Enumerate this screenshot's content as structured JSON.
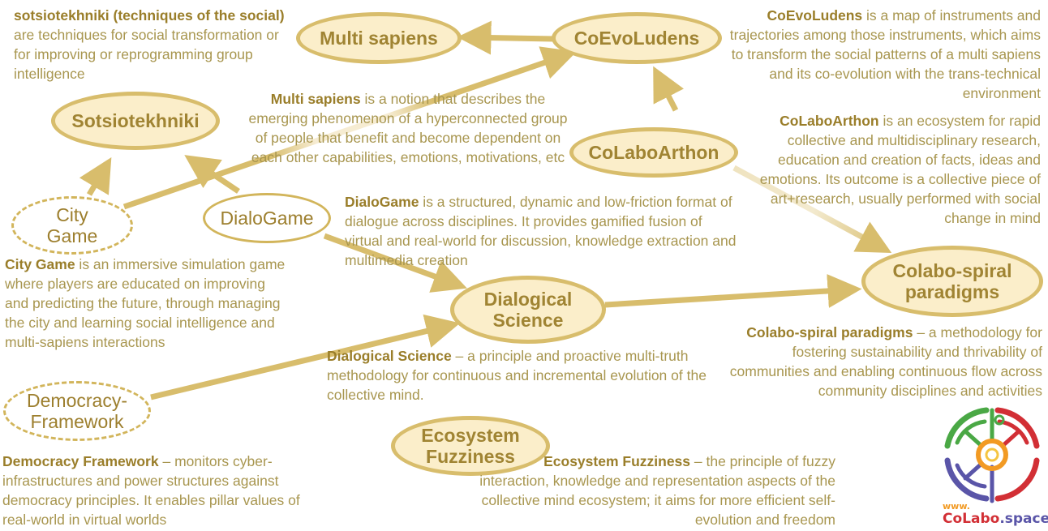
{
  "nodes": {
    "multi_sapiens": "Multi sapiens",
    "coevoludens": "CoEvoLudens",
    "sotsiotekhniki": "Sotsiotekhniki",
    "colaboarthon": "CoLaboArthon",
    "city_game_line1": "City",
    "city_game_line2": "Game",
    "dialogame": "DialoGame",
    "dialogical_science_line1": "Dialogical",
    "dialogical_science_line2": "Science",
    "colabo_spiral_line1": "Colabo-spiral",
    "colabo_spiral_line2": "paradigms",
    "democracy_line1": "Democracy-",
    "democracy_line2": "Framework",
    "ecosystem_line1": "Ecosystem",
    "ecosystem_line2": "Fuzziness"
  },
  "descriptions": {
    "sotsiotekhniki": {
      "term": "sotsiotekhniki (techniques of the social)",
      "text": " are techniques for social transformation or for improving or reprogramming group intelligence"
    },
    "multi_sapiens": {
      "term": "Multi sapiens",
      "text": " is a notion that describes the emerging phenomenon of a hyperconnected group of people that benefit and become dependent on each other capabilities, emotions, motivations, etc"
    },
    "coevoludens": {
      "term": "CoEvoLudens",
      "text": " is a map of instruments and trajectories among those instruments, which aims to transform the social patterns of a multi sapiens and its co-evolution with the trans-technical environment"
    },
    "colaboarthon": {
      "term": "CoLaboArthon",
      "text": " is an ecosystem for rapid collective and multidisciplinary research, education and creation of facts, ideas and emotions. Its outcome is a collective piece of art+research, usually performed with social change in mind"
    },
    "dialogame": {
      "term": "DialoGame",
      "text": " is a structured, dynamic and low-friction format of dialogue across disciplines. It provides gamified fusion of virtual and real-world for discussion, knowledge extraction and multimedia creation"
    },
    "city_game": {
      "term": "City Game",
      "text": " is an immersive simulation game where players are educated on improving and predicting the future, through managing the city and learning social intelligence and multi-sapiens interactions"
    },
    "dialogical_science": {
      "term": "Dialogical Science",
      "text": " – a principle and proactive multi-truth methodology for continuous and incremental evolution of the collective mind."
    },
    "colabo_spiral": {
      "term": "Colabo-spiral paradigms",
      "text": " – a methodology for fostering sustainability and thrivability of communities and enabling continuous flow across community disciplines and activities"
    },
    "democracy": {
      "term": "Democracy Framework",
      "text": " – monitors cyber-infrastructures and power structures against democracy principles. It enables pillar values of real-world in virtual worlds"
    },
    "ecosystem": {
      "term": "Ecosystem Fuzziness",
      "text": " – the principle of fuzzy interaction, knowledge and representation aspects of the collective mind ecosystem; it aims for more efficient self-evolution and freedom"
    }
  },
  "logo": {
    "www": "www.",
    "brand": "CoLabo",
    "tld": ".space"
  },
  "colors": {
    "node_fill": "#fbeeca",
    "node_border": "#d8bd6c",
    "arrow": "#d8bd6c",
    "text": "#a8964f",
    "term": "#9a7e2a"
  }
}
